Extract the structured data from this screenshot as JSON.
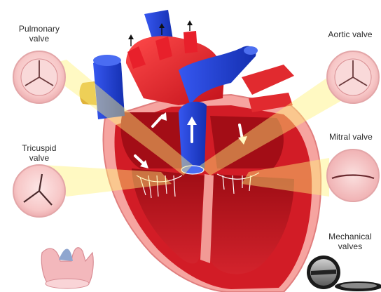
{
  "labels": {
    "pulmonary": [
      "Pulmonary",
      "valve"
    ],
    "aortic": "Aortic valve",
    "tricuspid": [
      "Tricuspid",
      "valve"
    ],
    "mitral": "Mitral valve",
    "mechanical": [
      "Mechanical",
      "valves"
    ]
  },
  "colors": {
    "beam": "#fff27a",
    "artery_red": "#e8202b",
    "vein_blue": "#1d3fd0",
    "muscle": "#c8141e",
    "pericardium_pink": "#f7a6a2",
    "valve_pink": "#f7c9c9",
    "gold": "#e0b33a",
    "mechanical_dark": "#1a1a1a"
  },
  "icons": [
    "arrow-up-icon",
    "flow-arrow-icon"
  ]
}
